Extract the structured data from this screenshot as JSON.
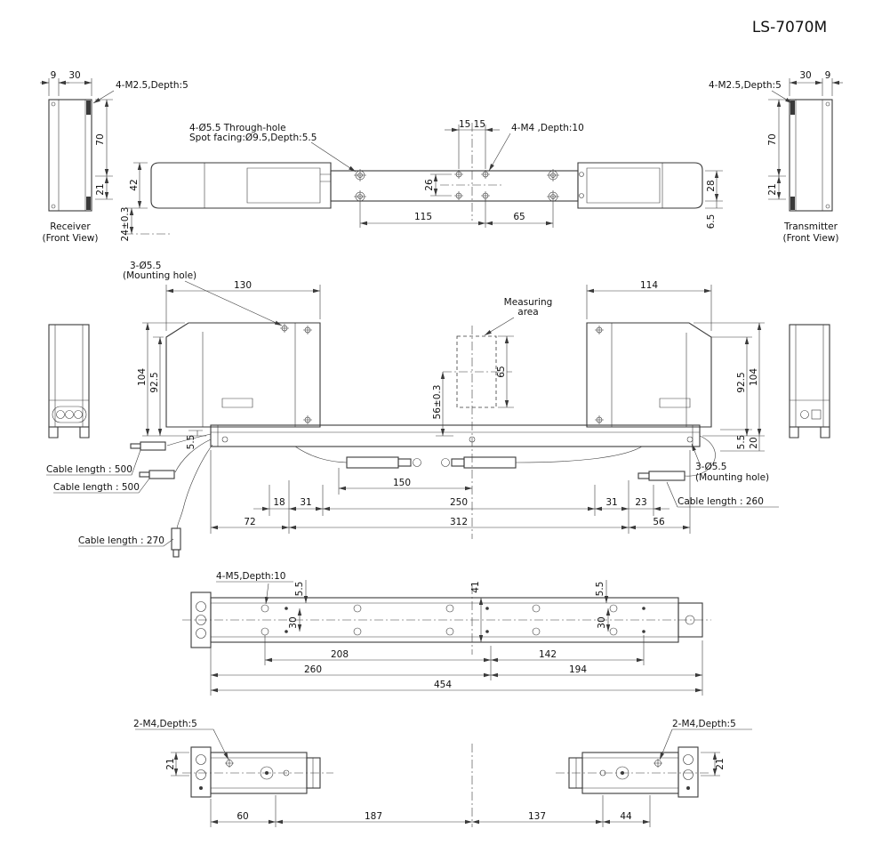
{
  "title": "LS-7070M",
  "receiver_front": {
    "dim_9": "9",
    "dim_30": "30",
    "thread_note": "4-M2.5,Depth:5",
    "dim_70": "70",
    "dim_21": "21",
    "caption_line1": "Receiver",
    "caption_line2": "(Front View)"
  },
  "transmitter_front": {
    "dim_30": "30",
    "dim_9": "9",
    "thread_note": "4-M2.5,Depth:5",
    "dim_70": "70",
    "dim_21": "21",
    "caption_line1": "Transmitter",
    "caption_line2": "(Front View)"
  },
  "top_view": {
    "through_hole_note_line1": "4-Ø5.5 Through-hole",
    "through_hole_note_line2": "Spot facing:Ø9.5,Depth:5.5",
    "dim_15_15": "15 15",
    "m4_note": "4-M4 ,Depth:10",
    "dim_42": "42",
    "dim_24": "24±0.3",
    "dim_26": "26",
    "dim_115": "115",
    "dim_65": "65",
    "dim_28": "28",
    "dim_6_5": "6.5"
  },
  "side_view": {
    "mount_note_left_line1": "3-Ø5.5",
    "mount_note_left_line2": "(Mounting hole)",
    "mount_note_right_line1": "3-Ø5.5",
    "mount_note_right_line2": "(Mounting hole)",
    "dim_130": "130",
    "dim_114": "114",
    "measuring_note_line1": "Measuring",
    "measuring_note_line2": "area",
    "dim_104_left": "104",
    "dim_92_5_left": "92.5",
    "dim_104_right": "104",
    "dim_92_5_right": "92.5",
    "dim_65": "65",
    "dim_56": "56±0.3",
    "dim_5_5_left": "5.5",
    "dim_5_5_right": "5.5",
    "dim_20": "20",
    "cable_label_1": "Cable length : 500",
    "cable_label_2": "Cable length : 500",
    "cable_label_3": "Cable length : 270",
    "cable_label_right": "Cable length : 260",
    "dim_150": "150",
    "dim_18": "18",
    "dim_31_left": "31",
    "dim_250": "250",
    "dim_31_right": "31",
    "dim_23": "23",
    "dim_72": "72",
    "dim_312": "312",
    "dim_56_right": "56"
  },
  "base_view": {
    "m5_note": "4-M5,Depth:10",
    "dim_5_5_left": "5.5",
    "dim_41": "41",
    "dim_5_5_right": "5.5",
    "dim_30_left": "30",
    "dim_30_right": "30",
    "dim_208": "208",
    "dim_142": "142",
    "dim_260": "260",
    "dim_194": "194",
    "dim_454": "454"
  },
  "bottom_view": {
    "m4_note_left": "2-M4,Depth:5",
    "m4_note_right": "2-M4,Depth:5",
    "dim_21_left": "21",
    "dim_21_right": "21",
    "dim_60": "60",
    "dim_187": "187",
    "dim_137": "137",
    "dim_44": "44"
  }
}
